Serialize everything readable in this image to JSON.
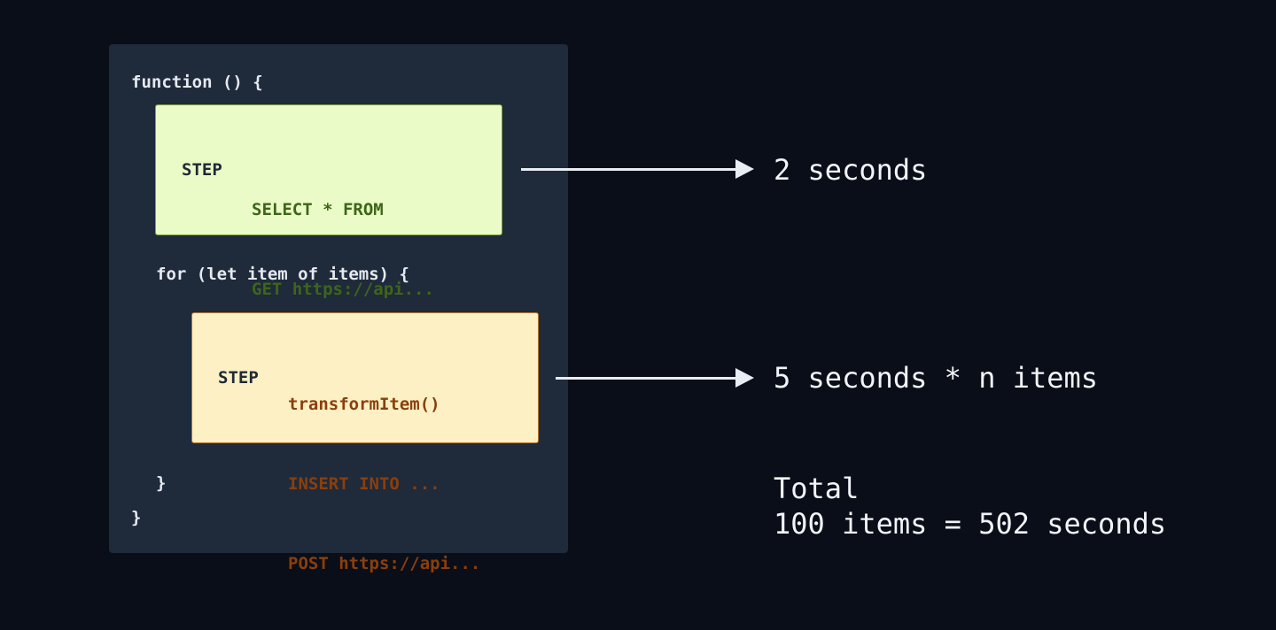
{
  "code": {
    "function_open": "function () {",
    "loop_open": "for (let item of items) {",
    "loop_close": "}",
    "function_close": "}"
  },
  "steps": [
    {
      "label": "STEP",
      "lines": [
        "SELECT * FROM",
        "GET https://api..."
      ],
      "duration": "2 seconds",
      "color": "#ebfbc7"
    },
    {
      "label": "STEP",
      "lines": [
        "transformItem()",
        "INSERT INTO ...",
        "POST https://api..."
      ],
      "duration": "5 seconds * n items",
      "color": "#fdf0c4"
    }
  ],
  "total": {
    "label": "Total",
    "value": "100 items = 502 seconds"
  }
}
